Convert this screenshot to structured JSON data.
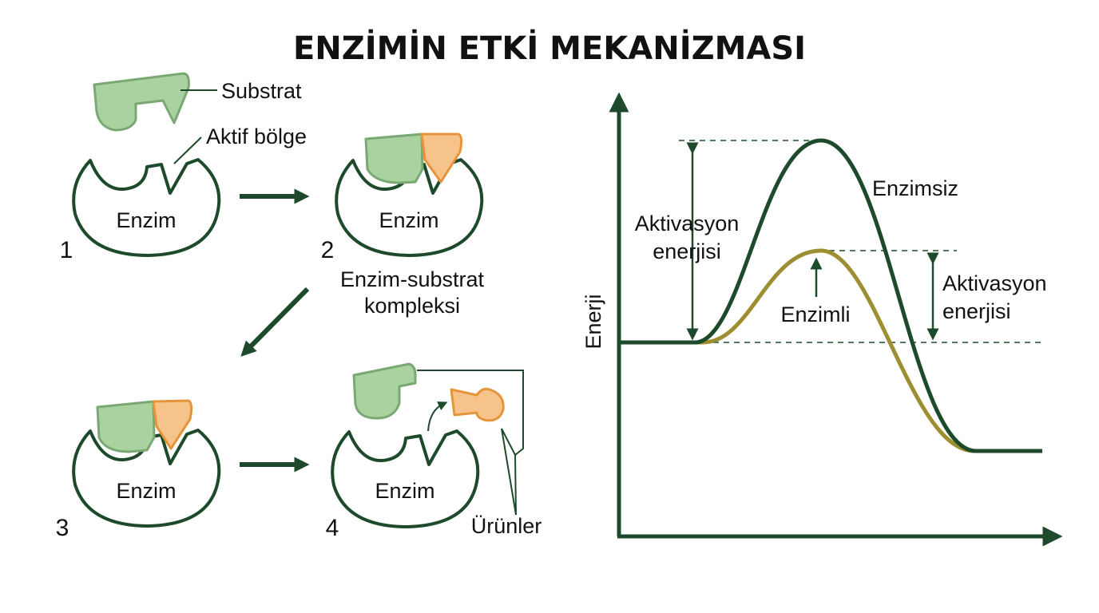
{
  "title": "ENZİMİN ETKİ MEKANİZMASI",
  "mechanism": {
    "substrate_label": "Substrat",
    "active_site_label": "Aktif bölge",
    "enzyme_label": "Enzim",
    "complex_label_line1": "Enzim-substrat",
    "complex_label_line2": "kompleksi",
    "products_label": "Ürünler",
    "steps": [
      "1",
      "2",
      "3",
      "4"
    ]
  },
  "energy_graph": {
    "y_axis_label": "Enerji",
    "uncatalyzed_label": "Enzimsiz",
    "catalyzed_label": "Enzimli",
    "activation_energy_line1": "Aktivasyon",
    "activation_energy_line2": "enerjisi"
  },
  "colors": {
    "dark_green": "#1e4a2c",
    "substrate_green": "#a9d2a0",
    "substrate_orange": "#f6c48a",
    "catalyzed_curve": "#9d8e32"
  }
}
